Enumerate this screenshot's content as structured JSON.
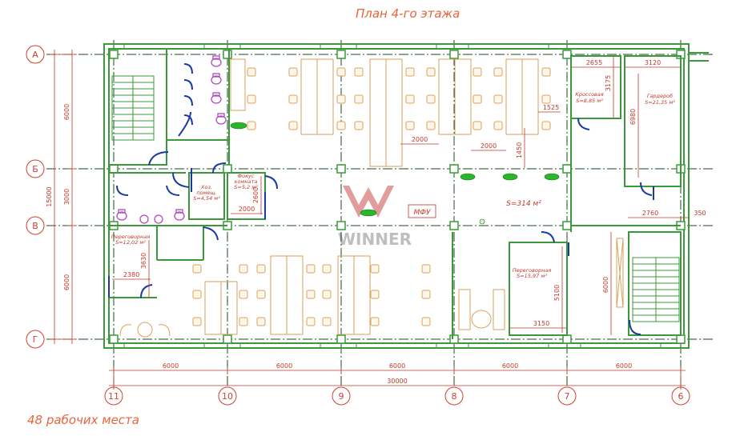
{
  "title": "План 4-го этажа",
  "footer": "48 рабочих места",
  "watermark": "WINNER",
  "colors": {
    "wall": "#3a9a3a",
    "dim": "#c0392b",
    "furniture": "#d9a15c",
    "grid": "#1e4a1e",
    "axis": "#d04030"
  },
  "axes_rows": [
    "А",
    "Б",
    "В",
    "Г"
  ],
  "axes_cols": [
    "11",
    "10",
    "9",
    "8",
    "7",
    "6"
  ],
  "rooms": {
    "storage": {
      "name": "Хоз.",
      "name2": "помещ.",
      "area": "S=4,54 м²"
    },
    "focus": {
      "name": "Фокус",
      "name2": "комната",
      "area": "S=5,2 м²"
    },
    "meeting_left": {
      "name": "Переговорная",
      "area": "S=12,02 м²"
    },
    "meeting_right": {
      "name": "Переговорная",
      "area": "S=15,97 м²"
    },
    "cross": {
      "name": "Кроссовая",
      "area": "S=8,85 м²"
    },
    "wardrobe": {
      "name": "Гардероб",
      "area": "S=21,35 м²"
    },
    "open_space": {
      "area": "S=314 м²"
    },
    "mfu": "МФУ"
  },
  "dims": {
    "bottom_each": [
      "6000",
      "6000",
      "6000",
      "6000",
      "6000"
    ],
    "bottom_total": "30000",
    "left_top": "6000",
    "left_mid": "3000",
    "left_bottom": "6000",
    "left_total": "15000",
    "d2655": "2655",
    "d3120": "3120",
    "d3175": "3175",
    "d6980": "6980",
    "d1525": "1525",
    "d1450": "1450",
    "d2000a": "2000",
    "d2000b": "2000",
    "d2000c": "2000",
    "d2600": "2600",
    "d2760": "2760",
    "d350": "350",
    "d3630": "3630",
    "d2380": "2380",
    "d5100": "5100",
    "d3150": "3150",
    "d6000r": "6000"
  }
}
